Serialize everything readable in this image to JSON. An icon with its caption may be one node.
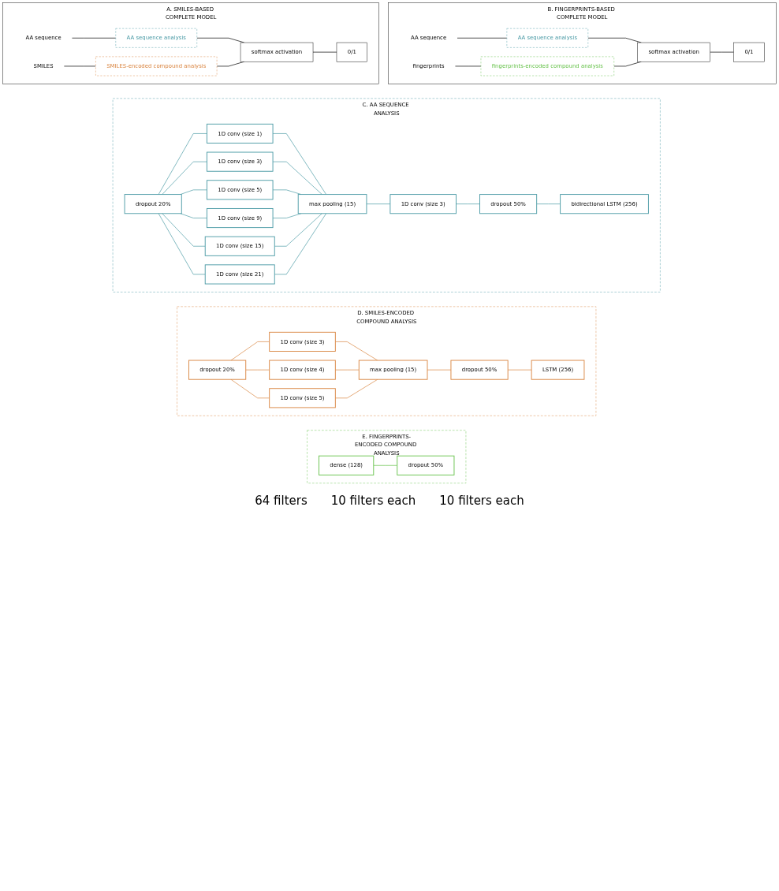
{
  "diagram": {
    "nodes": [
      {
        "text": [
          "A. SMILES-BASED COMPLETE MODEL"
        ]
      },
      {
        "text": [
          "AA sequence"
        ],
        "in": 0
      },
      {
        "text": [
          "AA sequence analysis"
        ],
        "in": 0
      },
      {
        "text": [
          "SMILES"
        ],
        "in": 0
      },
      {
        "text": [
          "SMILES-encoded compound analysis"
        ],
        "in": 0
      },
      {
        "text": [
          "softmax activation"
        ],
        "in": 0
      },
      {
        "text": [
          "0/1"
        ],
        "in": 0
      },
      {
        "text": [
          "B. FINGERPRINTS-BASED COMPLETE MODEL"
        ]
      },
      {
        "text": [
          "AA sequence"
        ],
        "in": 7
      },
      {
        "text": [
          "AA sequence analysis"
        ],
        "in": 7
      },
      {
        "text": [
          "fingerprints"
        ],
        "in": 7
      },
      {
        "text": [
          "fingerprints-encoded compound analysis"
        ],
        "in": 7
      },
      {
        "text": [
          "softmax activation"
        ],
        "in": 7
      },
      {
        "text": [
          "0/1"
        ],
        "in": 7
      },
      {
        "text": [
          "C. AA SEQUENCE ANALYSIS"
        ]
      },
      {
        "text": [
          "dropout 20%"
        ],
        "in": 14
      },
      {
        "text": [
          "1D conv (size 1)"
        ],
        "in": 14
      },
      {
        "text": [
          "1D conv (size 3)"
        ],
        "in": 14
      },
      {
        "text": [
          "1D conv (size 5)"
        ],
        "in": 14
      },
      {
        "text": [
          "1D conv (size 9)"
        ],
        "in": 14
      },
      {
        "text": [
          "1D conv (size 15)"
        ],
        "in": 14
      },
      {
        "text": [
          "1D conv (size 21)"
        ],
        "in": 14
      },
      {
        "text": [
          "max pooling (15)"
        ],
        "in": 14
      },
      {
        "text": [
          "1D conv (size 3)"
        ],
        "in": 14
      },
      {
        "text": [
          "dropout 50%"
        ],
        "in": 14
      },
      {
        "text": [
          "bidirectional LSTM (256)"
        ],
        "in": 14
      },
      {
        "text": [
          "D. SMILES-ENCODED COMPOUND ANALYSIS"
        ]
      },
      {
        "text": [
          "dropout 20%"
        ],
        "in": 26
      },
      {
        "text": [
          "1D conv (size 3)"
        ],
        "in": 26
      },
      {
        "text": [
          "1D conv (size 4)"
        ],
        "in": 26
      },
      {
        "text": [
          "1D conv (size 5)"
        ],
        "in": 26
      },
      {
        "text": [
          "max pooling (15)"
        ],
        "in": 26
      },
      {
        "text": [
          "dropout 50%"
        ],
        "in": 26
      },
      {
        "text": [
          "LSTM (256)"
        ],
        "in": 26
      },
      {
        "text": [
          "E. FINGERPRINTS-ENCODED COMPOUND ANALYSIS"
        ]
      },
      {
        "text": [
          "dense (128)"
        ],
        "in": 34
      },
      {
        "text": [
          "dropout 50%"
        ],
        "in": 34
      }
    ],
    "edges": [
      {
        "from": 1,
        "to": 2,
        "arrow": "none",
        "color": "#000000"
      },
      {
        "from": 3,
        "to": 4,
        "arrow": "none",
        "color": "#000000"
      },
      {
        "from": 2,
        "to": 5,
        "arrow": "none",
        "color": "#000000"
      },
      {
        "from": 4,
        "to": 5,
        "arrow": "none",
        "color": "#000000"
      },
      {
        "from": 5,
        "to": 6,
        "arrow": "none",
        "color": "#000000"
      },
      {
        "from": 8,
        "to": 9,
        "arrow": "none",
        "color": "#000000"
      },
      {
        "from": 10,
        "to": 11,
        "arrow": "none",
        "color": "#000000"
      },
      {
        "from": 9,
        "to": 12,
        "arrow": "none",
        "color": "#000000"
      },
      {
        "from": 11,
        "to": 12,
        "arrow": "none",
        "color": "#000000"
      },
      {
        "from": 12,
        "to": 13,
        "arrow": "none",
        "color": "#000000"
      },
      {
        "from": 15,
        "to": 16,
        "arrow": "none"
      },
      {
        "from": 15,
        "to": 17,
        "arrow": "none"
      },
      {
        "from": 15,
        "to": 18,
        "arrow": "none"
      },
      {
        "from": 15,
        "to": 19,
        "arrow": "none"
      },
      {
        "from": 15,
        "to": 20,
        "arrow": "none"
      },
      {
        "from": 15,
        "to": 21,
        "arrow": "none"
      },
      {
        "from": 16,
        "to": 22,
        "arrow": "none"
      },
      {
        "from": 17,
        "to": 22,
        "arrow": "none"
      },
      {
        "from": 18,
        "to": 22,
        "arrow": "none"
      },
      {
        "from": 19,
        "to": 22,
        "arrow": "none"
      },
      {
        "from": 20,
        "to": 22,
        "arrow": "none"
      },
      {
        "from": 21,
        "to": 22,
        "arrow": "none"
      },
      {
        "from": 22,
        "to": 23,
        "arrow": "none"
      },
      {
        "from": 23,
        "to": 24,
        "arrow": "none"
      },
      {
        "from": 24,
        "to": 25,
        "arrow": "none"
      },
      {
        "from": 27,
        "to": 28,
        "arrow": "none",
        "color": "#d9843f"
      },
      {
        "from": 27,
        "to": 29,
        "arrow": "none",
        "color": "#d9843f"
      },
      {
        "from": 27,
        "to": 30,
        "arrow": "none",
        "color": "#d9843f"
      },
      {
        "from": 28,
        "to": 31,
        "arrow": "none",
        "color": "#d9843f"
      },
      {
        "from": 29,
        "to": 31,
        "arrow": "none",
        "color": "#d9843f"
      },
      {
        "from": 30,
        "to": 31,
        "arrow": "none",
        "color": "#d9843f"
      },
      {
        "from": 31,
        "to": 32,
        "arrow": "none",
        "color": "#d9843f"
      },
      {
        "from": 32,
        "to": 33,
        "arrow": "none",
        "color": "#d9843f"
      },
      {
        "from": 35,
        "to": 36,
        "arrow": "none",
        "color": "#66c24a"
      }
    ],
    "labels": [
      "64 filters",
      "10 filters each",
      "10 filters each"
    ]
  }
}
